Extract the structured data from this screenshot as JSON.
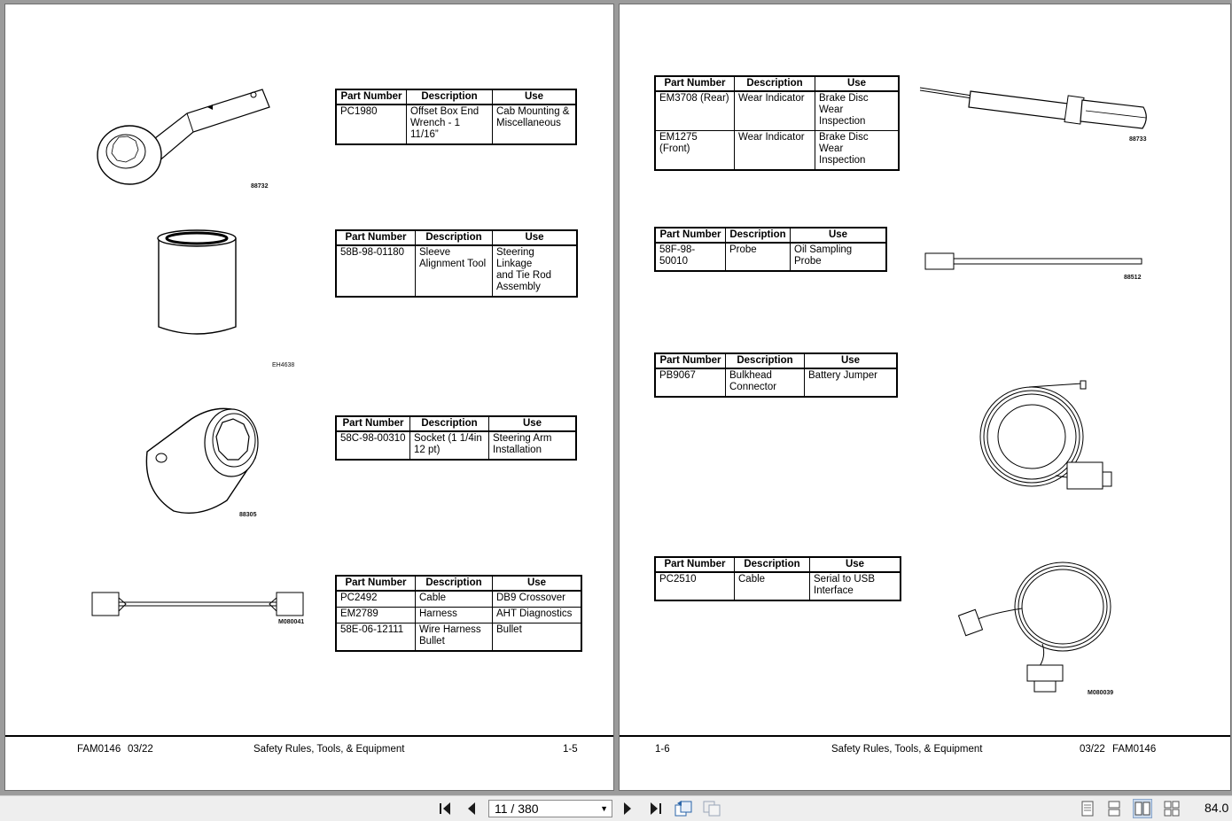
{
  "tables": {
    "headers": {
      "part_number": "Part Number",
      "description": "Description",
      "use": "Use"
    },
    "pc1980": {
      "rows": [
        {
          "part": "PC1980",
          "desc": "Offset Box End\nWrench - 1 11/16”",
          "use": "Cab Mounting &\nMiscellaneous"
        }
      ]
    },
    "sleeve": {
      "rows": [
        {
          "part": "58B-98-01180",
          "desc": "Sleeve\nAlignment Tool",
          "use": "Steering Linkage\nand Tie Rod\nAssembly"
        }
      ]
    },
    "socket": {
      "rows": [
        {
          "part": "58C-98-00310",
          "desc": "Socket (1 1/4in\n12 pt)",
          "use": "Steering Arm\nInstallation"
        }
      ]
    },
    "cables": {
      "rows": [
        {
          "part": "PC2492",
          "desc": "Cable",
          "use": "DB9 Crossover"
        },
        {
          "part": "EM2789",
          "desc": "Harness",
          "use": "AHT Diagnostics"
        },
        {
          "part": "58E-06-12111",
          "desc": "Wire Harness\nBullet",
          "use": "Bullet"
        }
      ]
    },
    "wear": {
      "rows": [
        {
          "part": "EM3708 (Rear)",
          "desc": "Wear Indicator",
          "use": "Brake Disc Wear\nInspection"
        },
        {
          "part": "EM1275 (Front)",
          "desc": "Wear Indicator",
          "use": "Brake Disc Wear\nInspection"
        }
      ]
    },
    "probe": {
      "rows": [
        {
          "part": "58F-98-50010",
          "desc": "Probe",
          "use": "Oil Sampling Probe"
        }
      ]
    },
    "bulkhead": {
      "rows": [
        {
          "part": "PB9067",
          "desc": "Bulkhead\nConnector",
          "use": "Battery Jumper"
        }
      ]
    },
    "usb": {
      "rows": [
        {
          "part": "PC2510",
          "desc": "Cable",
          "use": "Serial to USB\nInterface"
        }
      ]
    }
  },
  "figures": {
    "wrench": "88732",
    "sleeve": "EH4638",
    "socket": "88305",
    "harness": "M080041",
    "wear_indicator": "88733",
    "probe": "88512",
    "usb_cable": "M080039"
  },
  "footer_left": {
    "doc": "FAM0146",
    "date": "03/22",
    "title": "Safety Rules, Tools, & Equipment",
    "page": "1-5"
  },
  "footer_right": {
    "page": "1-6",
    "title": "Safety Rules, Tools, & Equipment",
    "date": "03/22",
    "doc": "FAM0146"
  },
  "toolbar": {
    "page_indicator": "11 / 380",
    "zoom": "84.0"
  },
  "icons": {
    "first": "first-page-icon",
    "prev": "previous-page-icon",
    "next": "next-page-icon",
    "last": "last-page-icon",
    "back": "go-back-icon",
    "forward": "go-forward-icon",
    "single": "single-page-icon",
    "continuous": "continuous-page-icon",
    "facing": "facing-pages-icon",
    "continuous_facing": "continuous-facing-icon"
  }
}
